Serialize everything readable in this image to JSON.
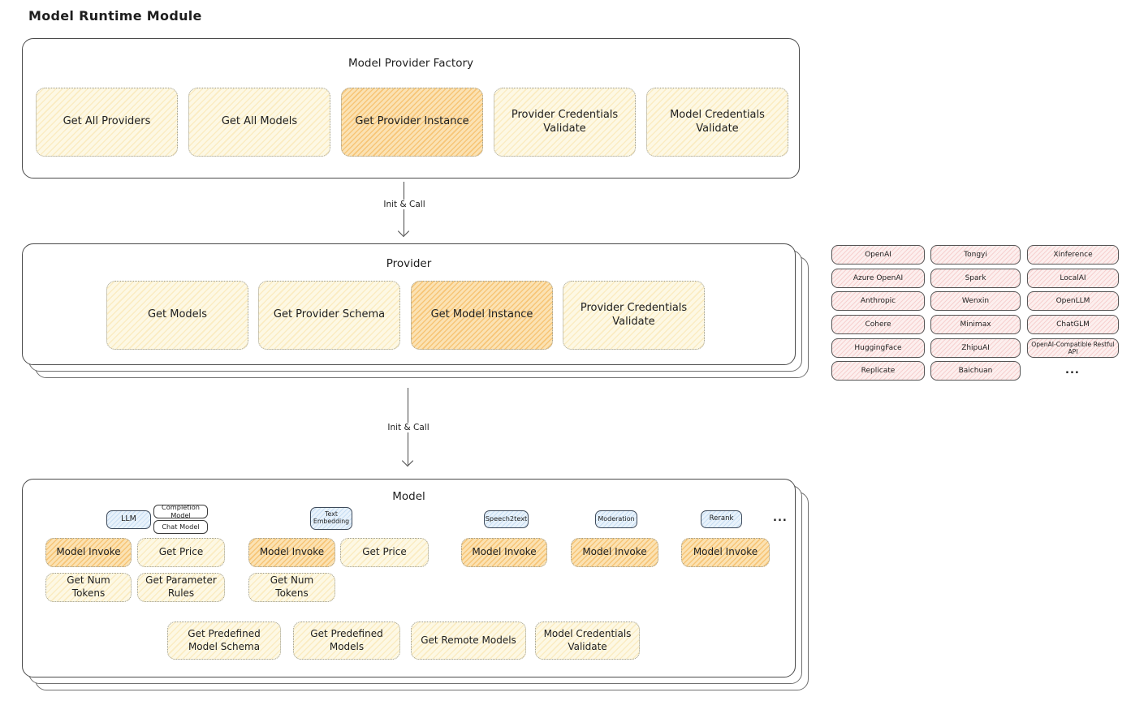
{
  "page": {
    "title": "Model Runtime Module"
  },
  "colors": {
    "operation_fill": "#fdf8e4",
    "operation_highlight": "#fbe2b3",
    "provider_pill_fill": "#fcefee",
    "model_type_fill": "#e8f2fb",
    "stroke": "#1e1e1e"
  },
  "factory": {
    "title": "Model Provider Factory",
    "buttons": [
      {
        "label": "Get All Providers",
        "highlighted": false
      },
      {
        "label": "Get All Models",
        "highlighted": false
      },
      {
        "label": "Get Provider Instance",
        "highlighted": true
      },
      {
        "label": "Provider Credentials Validate",
        "highlighted": false
      },
      {
        "label": "Model Credentials Validate",
        "highlighted": false
      }
    ]
  },
  "flows": [
    {
      "label": "Init & Call"
    },
    {
      "label": "Init & Call"
    }
  ],
  "provider": {
    "title": "Provider",
    "buttons": [
      {
        "label": "Get Models",
        "highlighted": false
      },
      {
        "label": "Get Provider Schema",
        "highlighted": false
      },
      {
        "label": "Get Model Instance",
        "highlighted": true
      },
      {
        "label": "Provider Credentials Validate",
        "highlighted": false
      }
    ]
  },
  "providers": {
    "col1": [
      "OpenAI",
      "Azure OpenAI",
      "Anthropic",
      "Cohere",
      "HuggingFace",
      "Replicate"
    ],
    "col2": [
      "Tongyi",
      "Spark",
      "Wenxin",
      "Minimax",
      "ZhipuAI",
      "Baichuan"
    ],
    "col3": [
      "Xinference",
      "LocalAI",
      "OpenLLM",
      "ChatGLM",
      "OpenAI-Compatible Restful API"
    ],
    "more": "..."
  },
  "model": {
    "title": "Model",
    "types": [
      {
        "label": "LLM"
      },
      {
        "label": "Completion Model"
      },
      {
        "label": "Chat Model"
      },
      {
        "label": "Text Embedding"
      },
      {
        "label": "Speech2text"
      },
      {
        "label": "Moderation"
      },
      {
        "label": "Rerank"
      }
    ],
    "types_more": "...",
    "ops_row1": [
      {
        "label": "Model Invoke",
        "highlighted": true
      },
      {
        "label": "Get Price",
        "highlighted": false
      },
      {
        "label": "Model Invoke",
        "highlighted": true
      },
      {
        "label": "Get Price",
        "highlighted": false
      },
      {
        "label": "Model Invoke",
        "highlighted": true
      },
      {
        "label": "Model Invoke",
        "highlighted": true
      },
      {
        "label": "Model Invoke",
        "highlighted": true
      }
    ],
    "ops_row2": [
      {
        "label": "Get Num Tokens"
      },
      {
        "label": "Get Parameter Rules"
      },
      {
        "label": "Get Num Tokens"
      }
    ],
    "ops_bottom": [
      {
        "label": "Get Predefined Model Schema"
      },
      {
        "label": "Get Predefined Models"
      },
      {
        "label": "Get Remote Models"
      },
      {
        "label": "Model Credentials Validate"
      }
    ]
  }
}
